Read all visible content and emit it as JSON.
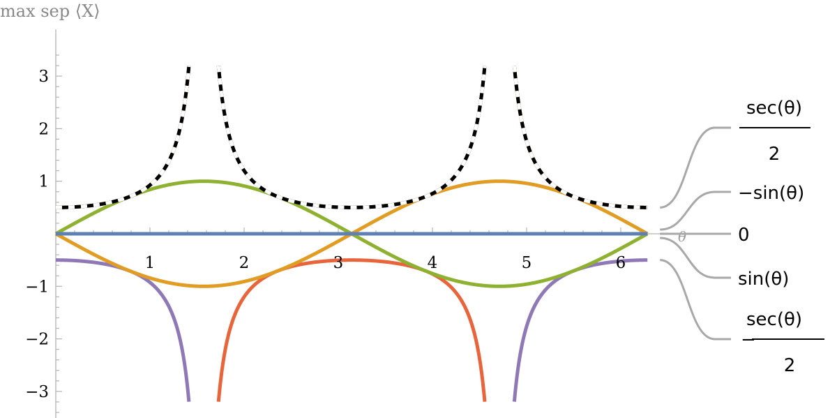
{
  "chart_data": {
    "type": "line",
    "title": "",
    "ylabel": "max sep ⟨X⟩",
    "xlabel": "θ",
    "xlim": [
      0,
      6.2832
    ],
    "ylim": [
      -3.5,
      3.5
    ],
    "clip_y": 3.2,
    "x_ticks": [
      "1",
      "2",
      "3",
      "4",
      "5",
      "6"
    ],
    "y_ticks": [
      "3",
      "2",
      "1",
      "−1",
      "−2",
      "−3"
    ],
    "x_tick_values": [
      1,
      2,
      3,
      4,
      5,
      6
    ],
    "y_tick_values": [
      3,
      2,
      1,
      -1,
      -2,
      -3
    ],
    "series": [
      {
        "name": "0",
        "function": "zero",
        "color": "#5e81b5"
      },
      {
        "name": "sin(θ)",
        "function": "sin",
        "color": "#8fb131"
      },
      {
        "name": "−sin(θ)",
        "function": "negsin",
        "color": "#e19c24"
      },
      {
        "name": "sec(θ)/2",
        "function": "halfsec",
        "color": "#e8643a"
      },
      {
        "name": "−sec(θ)/2",
        "function": "neghalfsec",
        "color": "#8f78b6"
      }
    ],
    "max_curve": {
      "function": "max",
      "color": "#000000",
      "dash_color": "#ffffff",
      "style": "dashed"
    },
    "legend": {
      "placement": "right",
      "entries": [
        {
          "key": "halfsec",
          "numerator": "sec(θ)",
          "denominator": "2",
          "sign": ""
        },
        {
          "key": "negsin",
          "text": "−sin(θ)"
        },
        {
          "key": "zero",
          "text": "0"
        },
        {
          "key": "sin",
          "text": "sin(θ)"
        },
        {
          "key": "neghalfsec",
          "numerator": "sec(θ)",
          "denominator": "2",
          "sign": "−"
        }
      ]
    }
  }
}
